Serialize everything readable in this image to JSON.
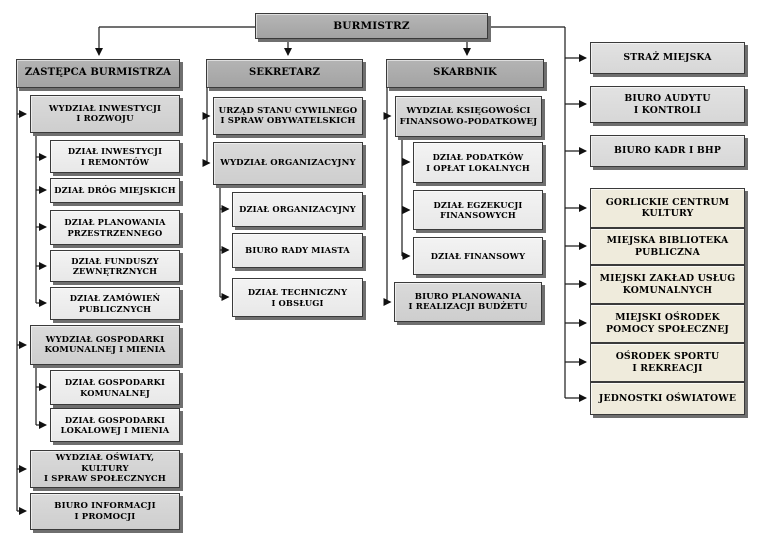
{
  "root": {
    "label": "BURMISTRZ"
  },
  "columns": [
    {
      "header": "ZASTĘPCA BURMISTRZA",
      "departments": [
        {
          "label": "WYDZIAŁ INWESTYCJI\nI ROZWOJU",
          "sections": [
            {
              "label": "DZIAŁ INWESTYCJI\nI REMONTÓW"
            },
            {
              "label": "DZIAŁ DRÓG MIEJSKICH"
            },
            {
              "label": "DZIAŁ PLANOWANIA\nPRZESTRZENNEGO"
            },
            {
              "label": "DZIAŁ FUNDUSZY\nZEWNĘTRZNYCH"
            },
            {
              "label": "DZIAŁ ZAMÓWIEŃ\nPUBLICZNYCH"
            }
          ]
        },
        {
          "label": "WYDZIAŁ GOSPODARKI\nKOMUNALNEJ I MIENIA",
          "sections": [
            {
              "label": "DZIAŁ GOSPODARKI\nKOMUNALNEJ"
            },
            {
              "label": "DZIAŁ GOSPODARKI\nLOKALOWEJ I MIENIA"
            }
          ]
        },
        {
          "label": "WYDZIAŁ OŚWIATY, KULTURY\nI SPRAW SPOŁECZNYCH",
          "sections": []
        },
        {
          "label": "BIURO INFORMACJI\nI PROMOCJI",
          "sections": []
        }
      ]
    },
    {
      "header": "SEKRETARZ",
      "departments": [
        {
          "label": "URZĄD STANU CYWILNEGO\nI SPRAW OBYWATELSKICH",
          "sections": []
        },
        {
          "label": "WYDZIAŁ ORGANIZACYJNY",
          "sections": [
            {
              "label": "DZIAŁ ORGANIZACYJNY"
            },
            {
              "label": "BIURO RADY MIASTA"
            },
            {
              "label": "DZIAŁ TECHNICZNY\nI OBSŁUGI"
            }
          ]
        }
      ]
    },
    {
      "header": "SKARBNIK",
      "departments": [
        {
          "label": "WYDZIAŁ KSIĘGOWOŚCI\nFINANSOWO-PODATKOWEJ",
          "sections": [
            {
              "label": "DZIAŁ PODATKÓW\nI OPŁAT LOKALNYCH"
            },
            {
              "label": "DZIAŁ EGZEKUCJI\nFINANSOWYCH"
            },
            {
              "label": "DZIAŁ FINANSOWY"
            }
          ]
        },
        {
          "label": "BIURO PLANOWANIA\nI REALIZACJI BUDŻETU",
          "sections": []
        }
      ]
    }
  ],
  "right": {
    "units": [
      "STRAŻ MIEJSKA",
      "BIURO AUDYTU\nI KONTROLI",
      "BIURO KADR I BHP"
    ],
    "institutions": [
      "GORLICKIE CENTRUM\nKULTURY",
      "MIEJSKA BIBLIOTEKA\nPUBLICZNA",
      "MIEJSKI ZAKŁAD USŁUG\nKOMUNALNYCH",
      "MIEJSKI OŚRODEK\nPOMOCY SPOŁECZNEJ",
      "OŚRODEK SPORTU\nI REKREACJI",
      "JEDNOSTKI OŚWIATOWE"
    ]
  },
  "colors": {
    "header_fill": "#a8a8a8",
    "department_fill": "#d3d3d3",
    "section_fill": "#eeeeee",
    "unit_fill": "#dcdcdc",
    "institution_fill": "#efebdc",
    "line": "#1c1c1c",
    "shadow": "#6f6f6f"
  }
}
